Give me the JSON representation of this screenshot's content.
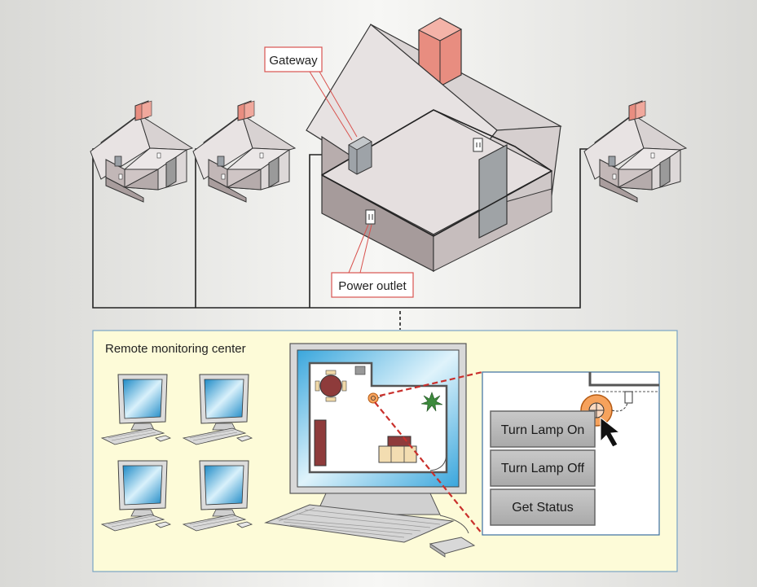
{
  "callouts": {
    "gateway": "Gateway",
    "power_outlet": "Power outlet"
  },
  "panel": {
    "title": "Remote monitoring center"
  },
  "controls": {
    "turn_lamp_on": "Turn Lamp On",
    "turn_lamp_off": "Turn Lamp Off",
    "get_status": "Get Status"
  },
  "colors": {
    "panel_bg": "#fdfbd8",
    "panel_border": "#7aa4c4",
    "roof": "#e6e1e1",
    "wall_light": "#dcd6d6",
    "wall_dark": "#b9aeae",
    "base": "#a89e9e",
    "chimney": "#e88d80",
    "callout_line": "#d9534f",
    "wire": "#222222",
    "screen": "#5bbde6"
  }
}
